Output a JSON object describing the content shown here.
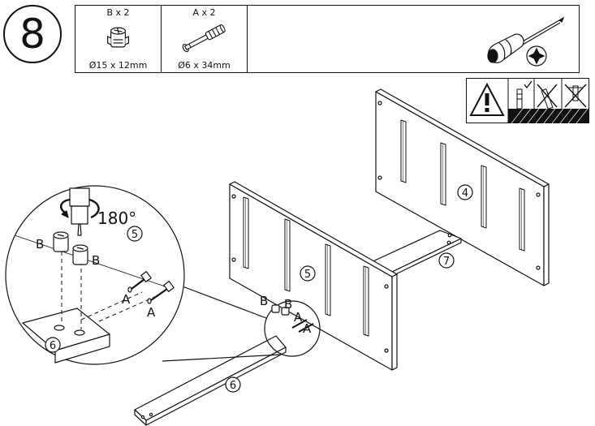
{
  "step": {
    "number": "8"
  },
  "parts": {
    "b": {
      "qty": "B x 2",
      "dim": "Ø15 x 12mm",
      "icon": "cam-lock-icon"
    },
    "a": {
      "qty": "A x 2",
      "dim": "Ø6 x 34mm",
      "icon": "cam-bolt-icon"
    }
  },
  "tool": {
    "icon": "phillips-screwdriver-icon"
  },
  "warning": {
    "icons": [
      "warning-triangle-icon",
      "correct-install-icon",
      "wrong-install-icon",
      "wrong-install-icon"
    ]
  },
  "diagram": {
    "rotation": "180°",
    "labels": {
      "panel_4": "4",
      "panel_5": "5",
      "panel_6": "6",
      "panel_7": "7",
      "part_a": "A",
      "part_b": "B"
    }
  }
}
